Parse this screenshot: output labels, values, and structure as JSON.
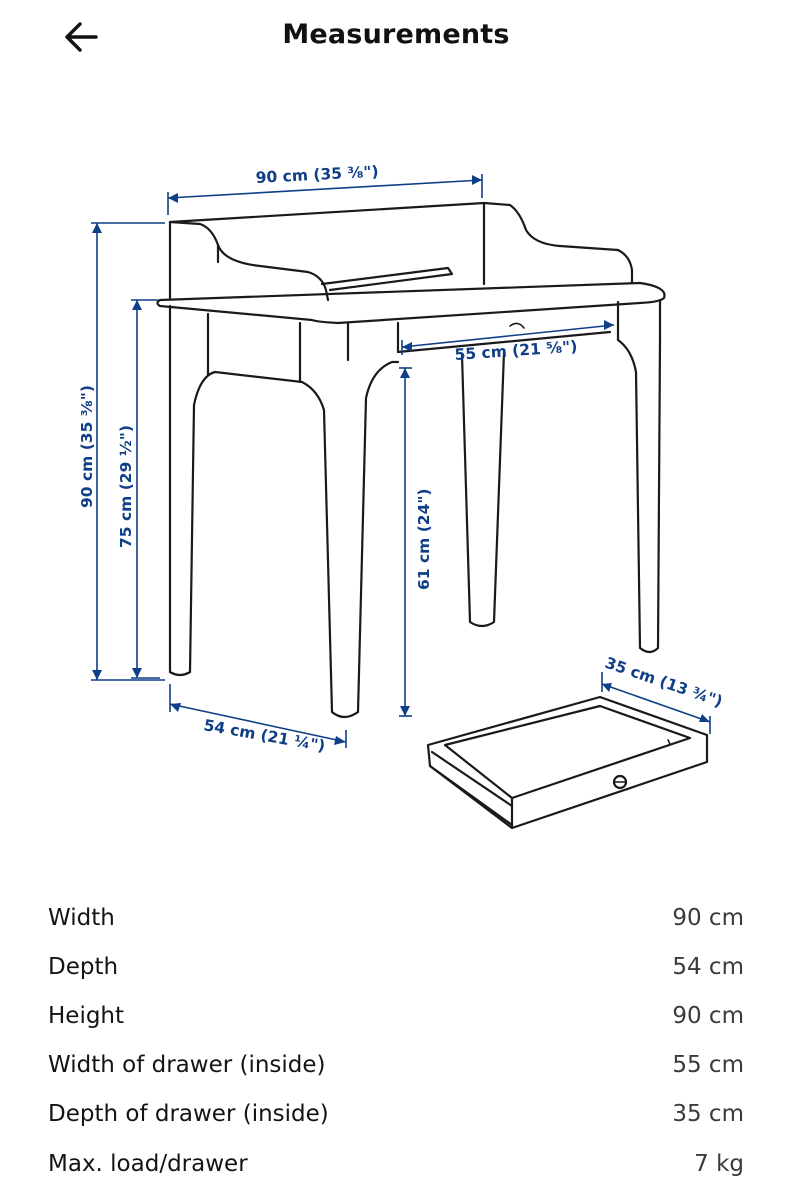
{
  "header": {
    "title": "Measurements",
    "back_icon": "arrow-left-icon"
  },
  "illustration": {
    "labels": {
      "top_width": "90 cm (35 ⅜\")",
      "inner_width": "55 cm (21 ⅝\")",
      "total_height": "90 cm (35 ⅜\")",
      "desk_height": "75 cm (29 ½\")",
      "knee_height": "61 cm (24\")",
      "depth": "54 cm (21 ¼\")",
      "drawer_depth": "35 cm (13 ¾\")"
    },
    "line_color": "#1a1a1a",
    "dimension_color": "#0f3f86"
  },
  "specs": [
    {
      "label": "Width",
      "value": "90 cm"
    },
    {
      "label": "Depth",
      "value": "54 cm"
    },
    {
      "label": "Height",
      "value": "90 cm"
    },
    {
      "label": "Width of drawer (inside)",
      "value": "55 cm"
    },
    {
      "label": "Depth of drawer (inside)",
      "value": "35 cm"
    },
    {
      "label": "Max. load/drawer",
      "value": "7 kg"
    }
  ]
}
